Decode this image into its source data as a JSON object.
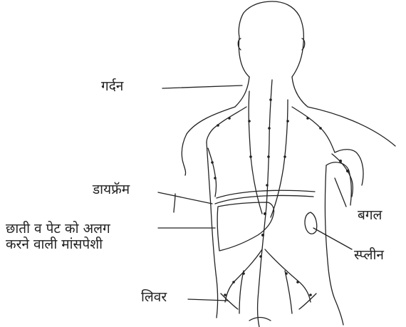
{
  "labels": {
    "neck": "गर्दन",
    "diaphragm": "डायफ्रॅम",
    "diaphragm_desc_line1": "छाती व पेट को अलग",
    "diaphragm_desc_line2": "करने वाली मांसपेशी",
    "armpit": "बगल",
    "spleen": "स्प्लीन",
    "liver": "लिवर"
  },
  "colors": {
    "line": "#222222",
    "background": "#ffffff"
  }
}
